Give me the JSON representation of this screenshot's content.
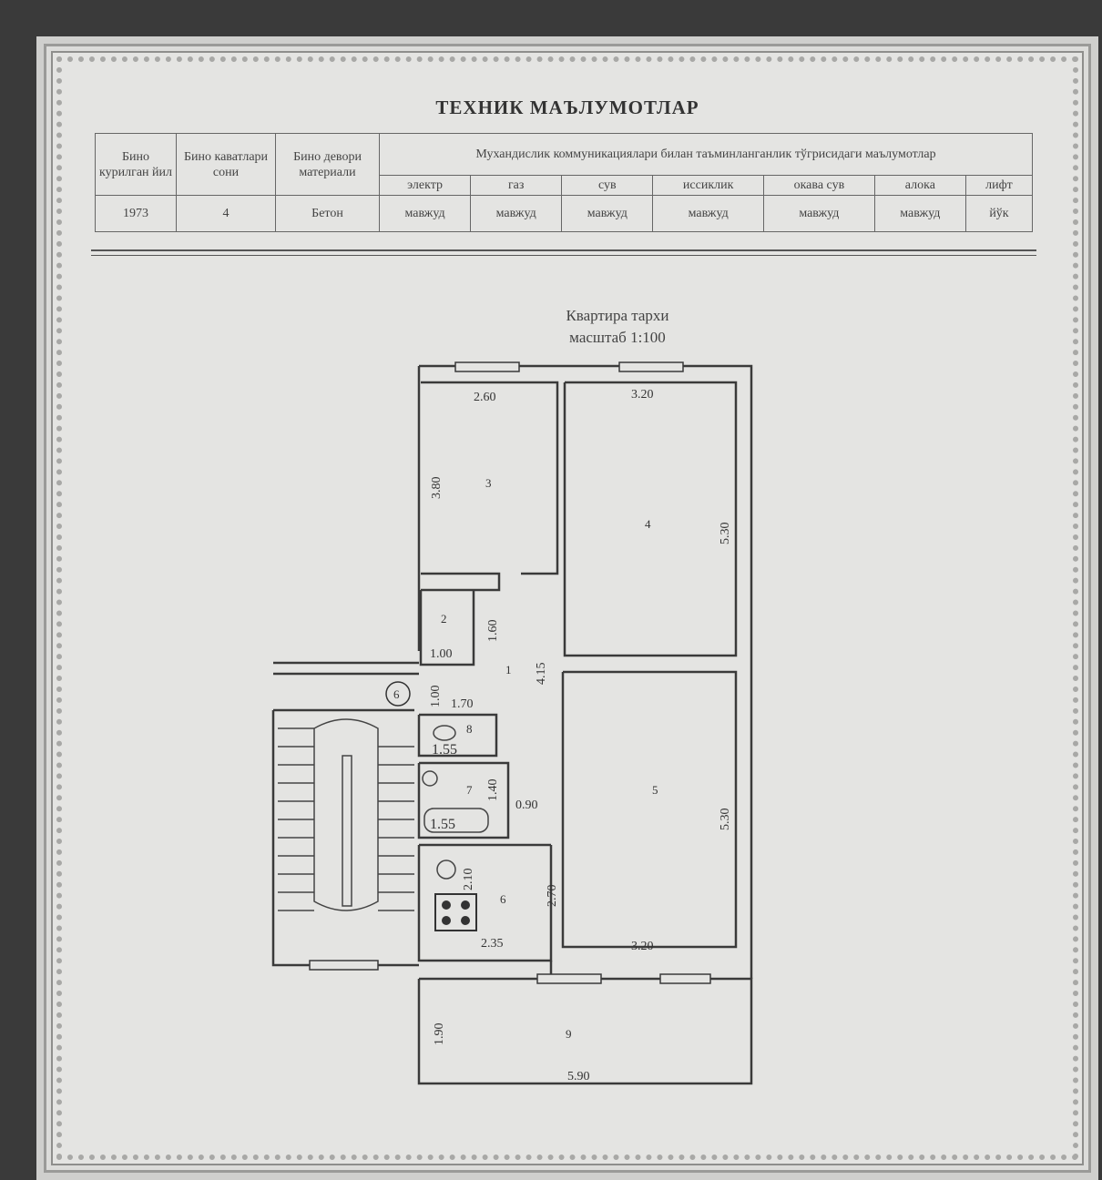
{
  "document": {
    "title": "ТЕХНИК МАЪЛУМОТЛАР",
    "table": {
      "col_headers": [
        "Бино курилган йил",
        "Бино каватлари сони",
        "Бино девори материали"
      ],
      "comm_header": "Мухандислик коммуникациялари билан таъминланганлик тўгрисидаги маълумотлар",
      "utilities": [
        "электр",
        "газ",
        "сув",
        "иссиклик",
        "окава сув",
        "алока",
        "лифт"
      ],
      "values": [
        "1973",
        "4",
        "Бетон"
      ],
      "utility_values": [
        "мавжуд",
        "мавжуд",
        "мавжуд",
        "мавжуд",
        "мавжуд",
        "мавжуд",
        "йўк"
      ]
    },
    "plan": {
      "title": "Квартира тархи",
      "scale": "масштаб 1:100",
      "room_numbers": [
        "1",
        "2",
        "3",
        "4",
        "5",
        "6",
        "7",
        "8",
        "9",
        "6"
      ],
      "dimensions": [
        "2.60",
        "3.20",
        "3.80",
        "5.30",
        "1.60",
        "1.00",
        "4.15",
        "1.00",
        "1.70",
        "1.55",
        "1.40",
        "1.55",
        "0.90",
        "5.30",
        "2.10",
        "2.70",
        "2.35",
        "3.20",
        "1.90",
        "5.90"
      ]
    }
  }
}
